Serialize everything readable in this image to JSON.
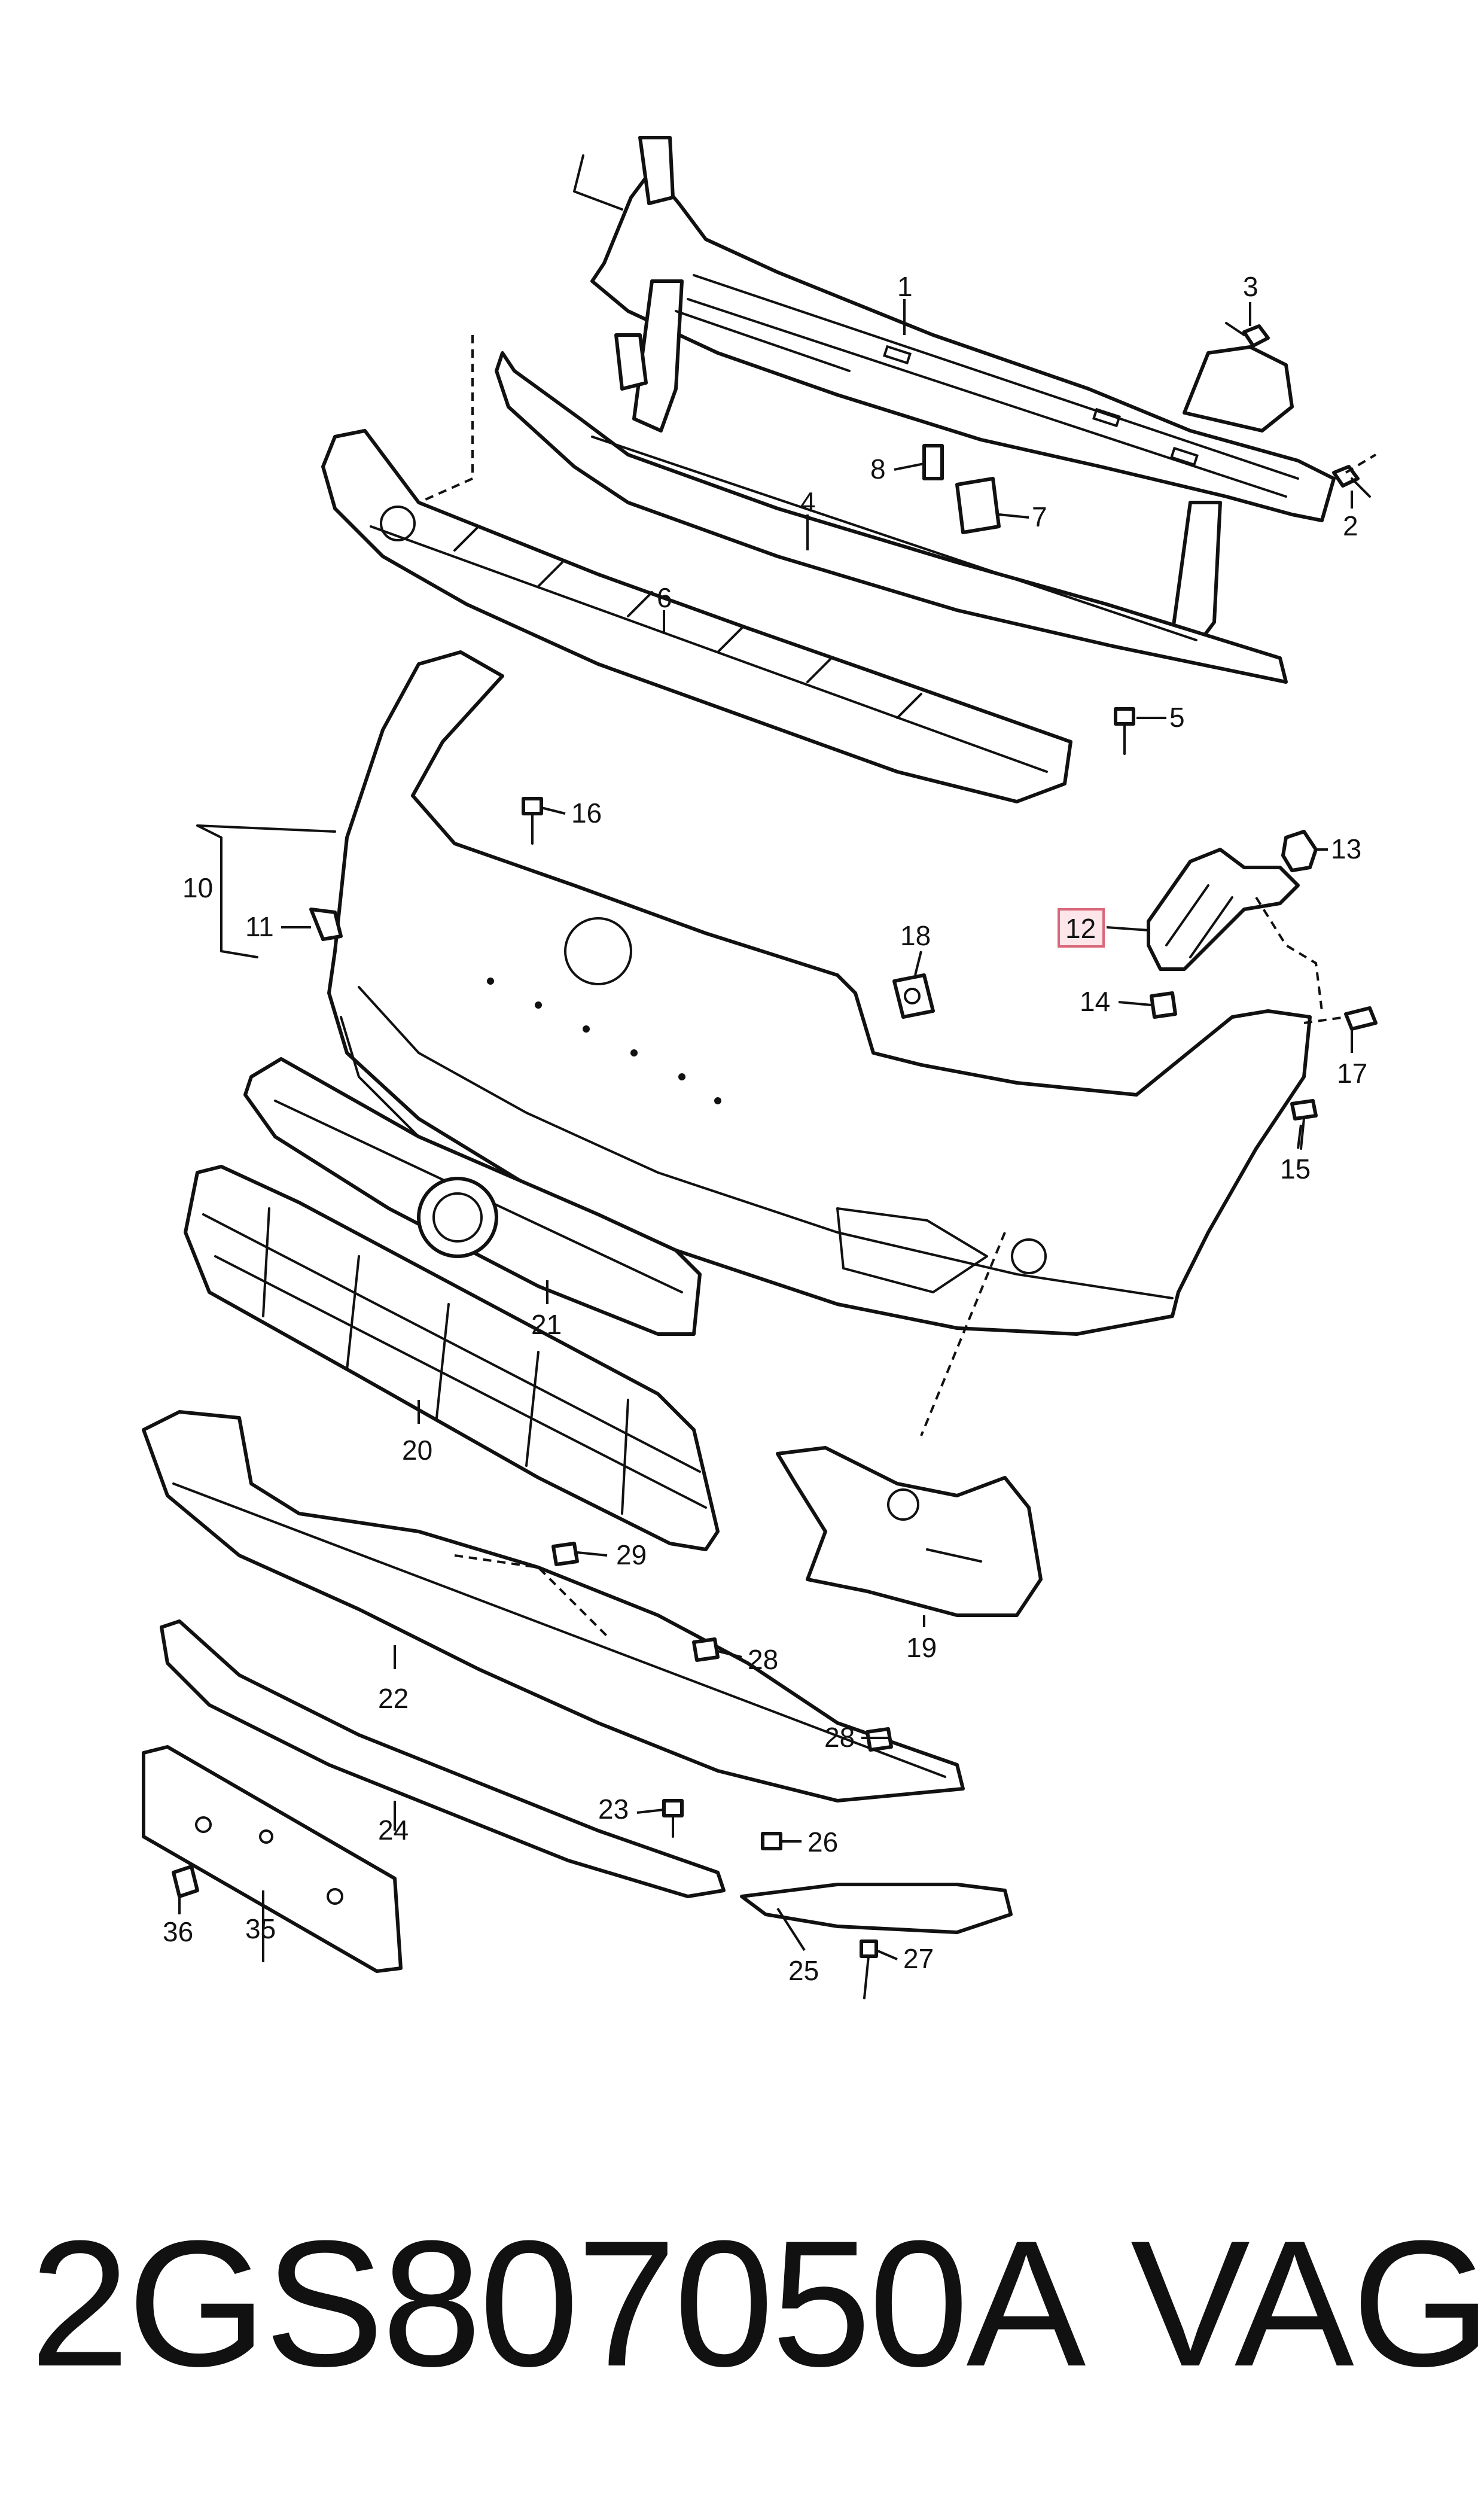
{
  "callouts": {
    "p1": "1",
    "p2": "2",
    "p3": "3",
    "p4": "4",
    "p5": "5",
    "p6": "6",
    "p7": "7",
    "p8": "8",
    "p10": "10",
    "p11": "11",
    "p12": "12",
    "p13": "13",
    "p14": "14",
    "p15": "15",
    "p16": "16",
    "p17": "17",
    "p18": "18",
    "p19": "19",
    "p20": "20",
    "p21": "21",
    "p22": "22",
    "p23": "23",
    "p24": "24",
    "p25": "25",
    "p26": "26",
    "p27": "27",
    "p28a": "28",
    "p28b": "28",
    "p29": "29",
    "p35": "35",
    "p36": "36"
  },
  "highlighted_part": "12",
  "highlight_color": "#d9677a",
  "footer": {
    "part_number": "2GS807050A",
    "brand": "VAG"
  }
}
